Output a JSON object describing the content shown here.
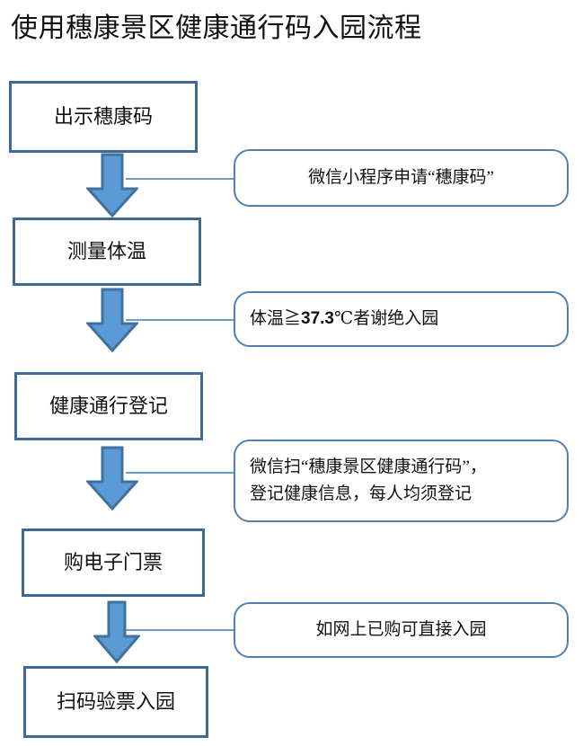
{
  "title": "使用穗康景区健康通行码入园流程",
  "theme": {
    "box_border": "#3F6A98",
    "note_border": "#5281AF",
    "arrow_fill": "#5B9BD5",
    "arrow_stroke": "#41719C",
    "connector": "#6D9BC8",
    "background": "#FFFFFF",
    "text": "#111111"
  },
  "steps": [
    {
      "id": "step-1",
      "label": "出示穗康码"
    },
    {
      "id": "step-2",
      "label": "测量体温"
    },
    {
      "id": "step-3",
      "label": "健康通行登记"
    },
    {
      "id": "step-4",
      "label": "购电子门票"
    },
    {
      "id": "step-5",
      "label": "扫码验票入园"
    }
  ],
  "notes": [
    {
      "id": "note-1",
      "label": "微信小程序申请“穗康码”"
    },
    {
      "id": "note-2",
      "label_prefix": "体温≧",
      "label_number": "37.3",
      "label_suffix": "℃者谢绝入园"
    },
    {
      "id": "note-3",
      "label": "微信扫“穗康景区健康通行码”，\n登记健康信息，每人均须登记"
    },
    {
      "id": "note-4",
      "label": "如网上已购可直接入园"
    }
  ],
  "arrows": [
    {
      "id": "arrow-1",
      "direction": "down",
      "from": "step-1",
      "to": "step-2"
    },
    {
      "id": "arrow-2",
      "direction": "down",
      "from": "step-2",
      "to": "step-3"
    },
    {
      "id": "arrow-3",
      "direction": "down",
      "from": "step-3",
      "to": "step-4"
    },
    {
      "id": "arrow-4",
      "direction": "down",
      "from": "step-4",
      "to": "step-5"
    }
  ]
}
